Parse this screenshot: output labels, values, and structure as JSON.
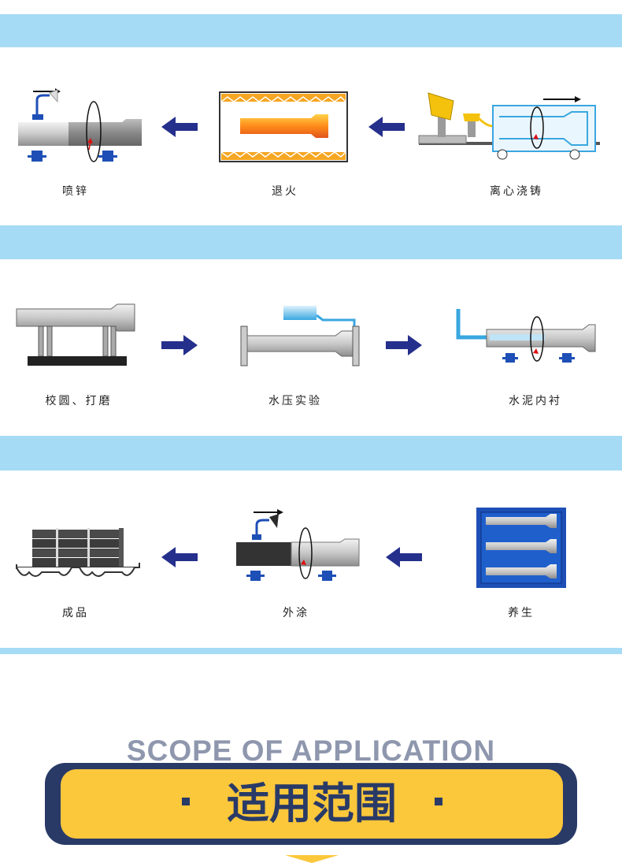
{
  "process": {
    "row1": {
      "left": "喷锌",
      "middle": "退火",
      "right": "离心浇铸"
    },
    "row2": {
      "left": "校圆、打磨",
      "middle": "水压实验",
      "right": "水泥内衬"
    },
    "row3": {
      "left": "成品",
      "middle": "外涂",
      "right": "养生"
    }
  },
  "scope": {
    "english": "SCOPE OF APPLICATION",
    "title": "适用范围"
  },
  "colors": {
    "band": "#a6dbf5",
    "arrow": "#252f8c",
    "banner_dark": "#293a67",
    "banner_yellow": "#fbc73b"
  }
}
